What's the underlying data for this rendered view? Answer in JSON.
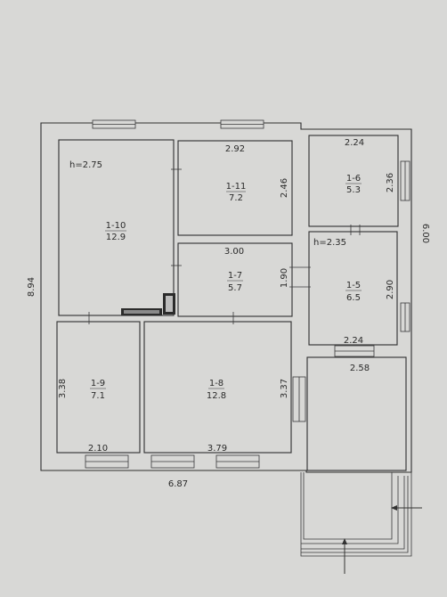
{
  "plan": {
    "rooms": [
      {
        "id": "1-10",
        "area": "12.9"
      },
      {
        "id": "1-11",
        "area": "7.2"
      },
      {
        "id": "1-7",
        "area": "5.7"
      },
      {
        "id": "1-6",
        "area": "5.3"
      },
      {
        "id": "1-5",
        "area": "6.5"
      },
      {
        "id": "1-9",
        "area": "7.1"
      },
      {
        "id": "1-8",
        "area": "12.8"
      }
    ],
    "heights": {
      "main": "h=2.75",
      "secondary": "h=2.35"
    },
    "dimensions": {
      "total_width": "6.87",
      "total_height": "8.94",
      "right_height": "6.00",
      "r111_w": "2.92",
      "r111_h": "2.46",
      "r17_w": "3.00",
      "r17_h": "1.90",
      "r16_w": "2.24",
      "r16_h": "2.36",
      "r15_h": "2.90",
      "r15_w": "2.24",
      "porch_w": "2.58",
      "r19_h": "3.38",
      "r19_w": "2.10",
      "r18_h": "3.37",
      "r18_w": "3.79"
    }
  }
}
